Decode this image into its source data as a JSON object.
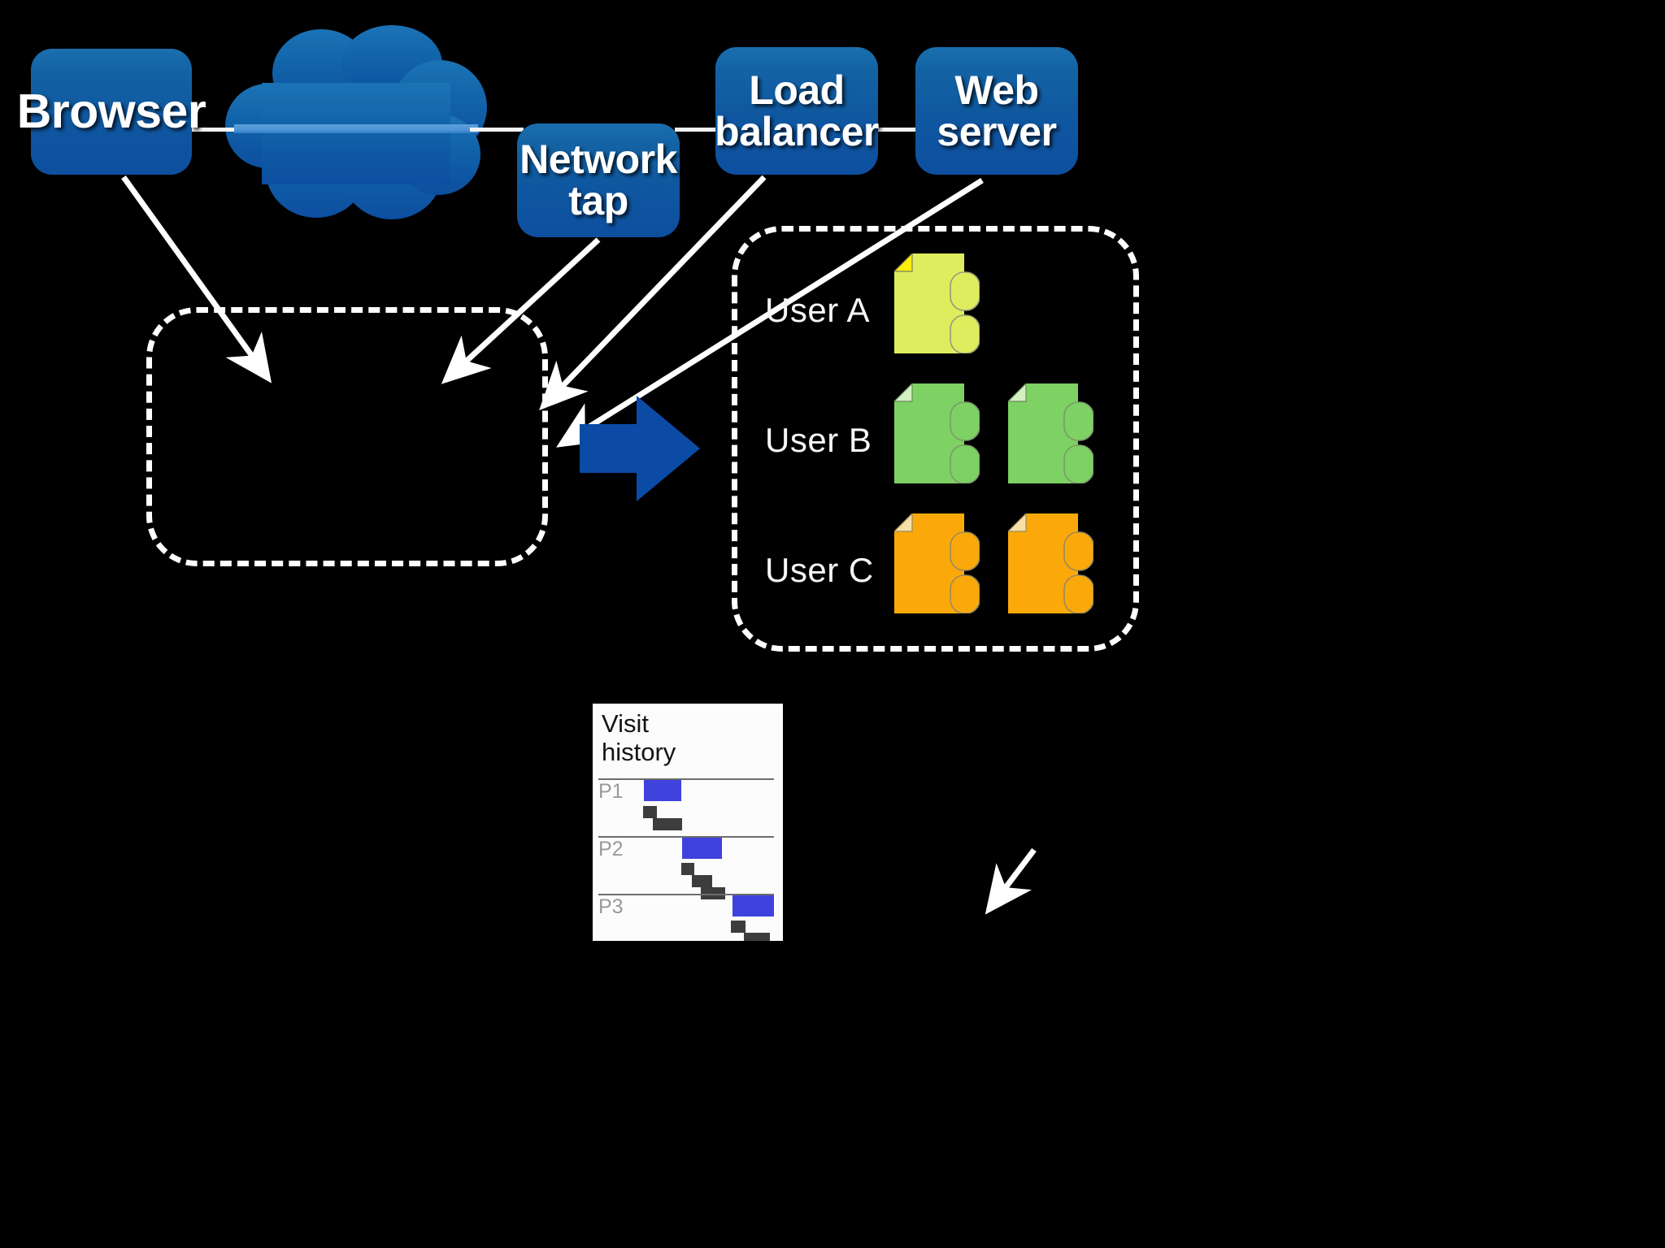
{
  "diagram": {
    "title": "Web traffic capture and per-user session reconstruction",
    "background_color": "#000000",
    "nodes": [
      {
        "id": "browser",
        "label_lines": [
          "Browser"
        ],
        "color": "#0f5ba4"
      },
      {
        "id": "network-tap",
        "label_lines": [
          "Network",
          "tap"
        ],
        "color": "#0f5ba4"
      },
      {
        "id": "load-balancer",
        "label_lines": [
          "Load",
          "balancer"
        ],
        "color": "#0f5ba4"
      },
      {
        "id": "web-server",
        "label_lines": [
          "Web",
          "server"
        ],
        "color": "#0f5ba4"
      }
    ],
    "cloud": {
      "name": "network-cloud",
      "color": "#0d5ca6"
    },
    "containers": [
      {
        "id": "capture-box",
        "label": "",
        "style": "dashed",
        "stroke": "#ffffff"
      },
      {
        "id": "sessions-box",
        "label": "",
        "style": "dashed",
        "stroke": "#ffffff"
      }
    ],
    "big_arrow": {
      "name": "process-arrow",
      "direction": "right",
      "color": "#0b4ba5"
    },
    "arrows": [
      {
        "from": "browser",
        "to": "capture-box"
      },
      {
        "from": "network-tap",
        "to": "capture-box"
      },
      {
        "from": "load-balancer",
        "to": "capture-box"
      },
      {
        "from": "web-server",
        "to": "capture-box"
      },
      {
        "from": "sessions-box",
        "to": "visit-history"
      }
    ]
  },
  "users": [
    {
      "label": "User A",
      "doc_color": "#dded5e",
      "fold_color": "#fdee0b",
      "documents": 1
    },
    {
      "label": "User B",
      "doc_color": "#7ed163",
      "fold_color": "#d4efc2",
      "documents": 2
    },
    {
      "label": "User C",
      "doc_color": "#fba90a",
      "fold_color": "#f6dfa8",
      "documents": 2
    }
  ],
  "visit_history": {
    "title": "Visit\nhistory",
    "title_line1": "Visit",
    "title_line2": "history",
    "accent_blue": "#3f42dd",
    "accent_grey": "#3d3d3d",
    "rows": [
      {
        "label": "P1",
        "blue": {
          "x_pct": 26,
          "width_pct": 30
        },
        "greys": [
          {
            "x_pct": 26,
            "width_pct": 10
          },
          {
            "x_pct": 36,
            "width_pct": 20
          }
        ]
      },
      {
        "label": "P2",
        "blue": {
          "x_pct": 50,
          "width_pct": 48
        },
        "greys": [
          {
            "x_pct": 50,
            "width_pct": 11
          },
          {
            "x_pct": 61,
            "width_pct": 22
          },
          {
            "x_pct": 72,
            "width_pct": 30
          }
        ]
      },
      {
        "label": "P3",
        "blue": {
          "x_pct": 76,
          "width_pct": 52
        },
        "greys": [
          {
            "x_pct": 76,
            "width_pct": 15
          },
          {
            "x_pct": 91,
            "width_pct": 27
          }
        ]
      }
    ]
  }
}
